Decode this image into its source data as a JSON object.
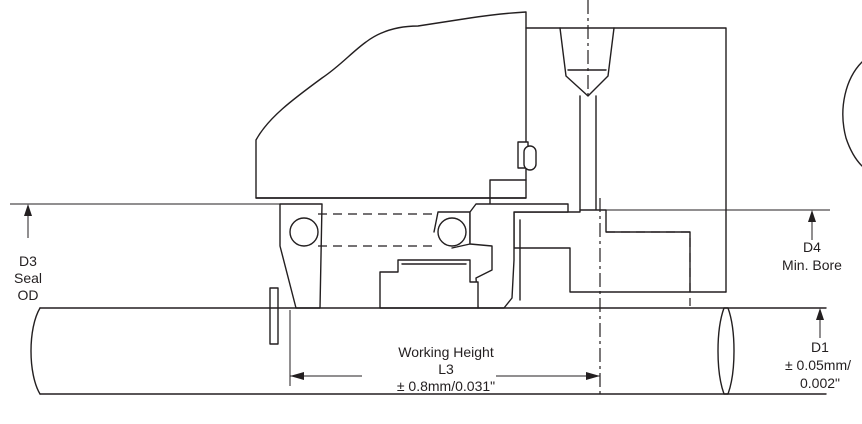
{
  "labels": {
    "d3_line1": "D3",
    "d3_line2": "Seal",
    "d3_line3": "OD",
    "d4_line1": "D4",
    "d4_line2": "Min. Bore",
    "working_line1": "Working Height",
    "working_line2": "L3",
    "working_line3": "± 0.8mm/0.031\"",
    "d1_line1": "D1",
    "d1_line2": "± 0.05mm/",
    "d1_line3": "0.002\""
  },
  "colors": {
    "ink": "#231f20",
    "paper": "#ffffff"
  }
}
